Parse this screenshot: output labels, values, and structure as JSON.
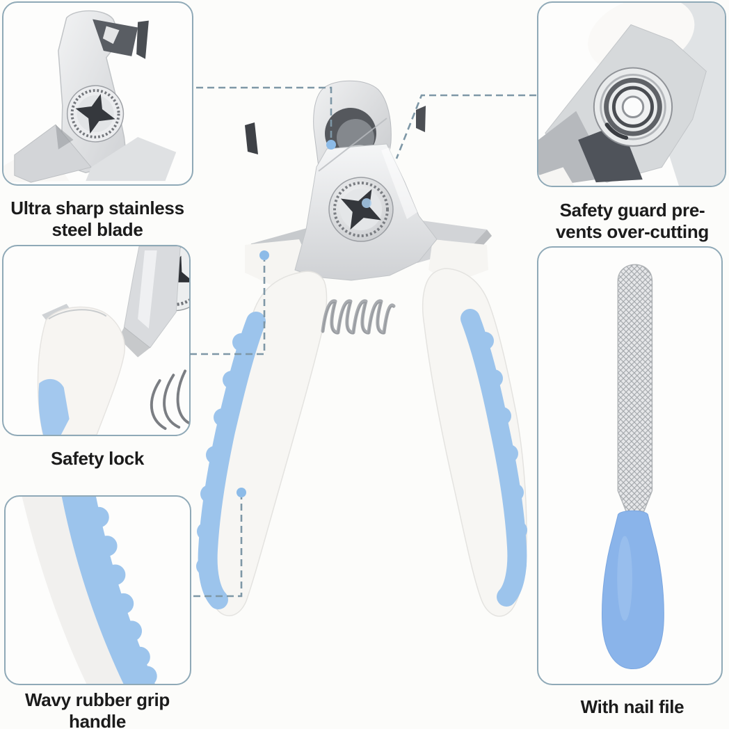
{
  "image_type": "product-feature-diagram",
  "subject": "pet nail clipper with callout close-ups",
  "callouts": {
    "blade": {
      "label": "Ultra sharp stainless\nsteel blade"
    },
    "guard": {
      "label": "Safety guard pre-\nvents over-cutting"
    },
    "lock": {
      "label": "Safety lock"
    },
    "grip": {
      "label": "Wavy rubber grip\nhandle"
    },
    "file": {
      "label": "With nail file"
    }
  },
  "colors": {
    "background": "#fcfcfa",
    "box_border": "#8fa9b7",
    "label_text": "#1b1b1b",
    "leader_line": "#7e97a6",
    "leader_dot": "#8cbbe8",
    "grip_blue": "#9cc4ec",
    "file_handle_blue": "#8ab4ea",
    "steel_light": "#e9ebec",
    "steel_mid": "#c9cbce",
    "plastic_white": "#f7f6f3"
  }
}
